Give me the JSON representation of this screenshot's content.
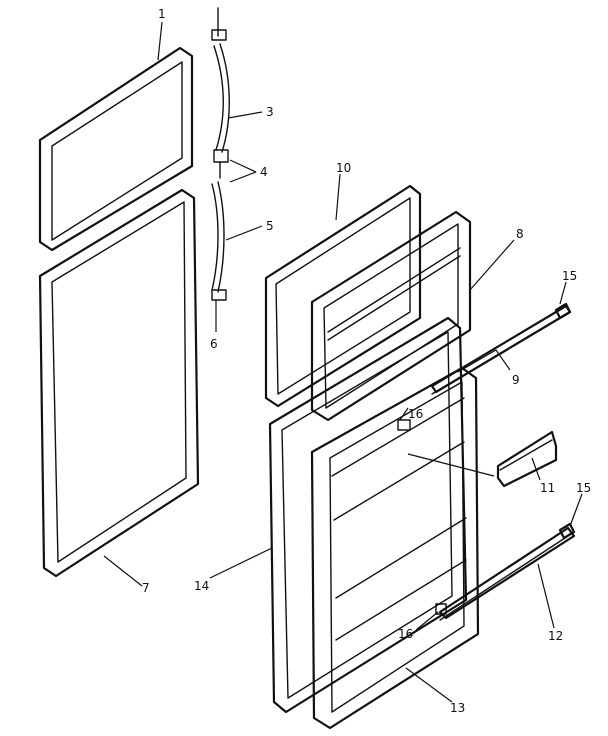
{
  "callouts": {
    "c1": "1",
    "c3": "3",
    "c4": "4",
    "c5": "5",
    "c6": "6",
    "c7": "7",
    "c8": "8",
    "c9": "9",
    "c10": "10",
    "c11": "11",
    "c12": "12",
    "c13": "13",
    "c14": "14",
    "c15a": "15",
    "c15b": "15",
    "c16a": "16",
    "c16b": "16"
  },
  "colors": {
    "ink": "#111111",
    "background": "#ffffff"
  }
}
